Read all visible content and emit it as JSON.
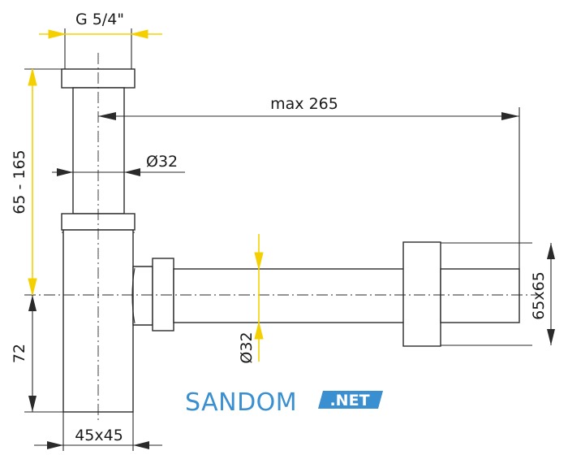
{
  "dimensions": {
    "thread": "G 5/4\"",
    "max_length": "max 265",
    "pipe_diameter_vertical": "Ø32",
    "pipe_diameter_horizontal": "Ø32",
    "height_range": "65 - 165",
    "base_height": "72",
    "base_size": "45x45",
    "flange_size": "65x65"
  },
  "watermark": {
    "brand": "SANDOM",
    "suffix": ".NET"
  },
  "colors": {
    "accent_yellow": "#f5d000",
    "watermark_blue": "#3a8fd0",
    "line": "#2a2a2a"
  }
}
